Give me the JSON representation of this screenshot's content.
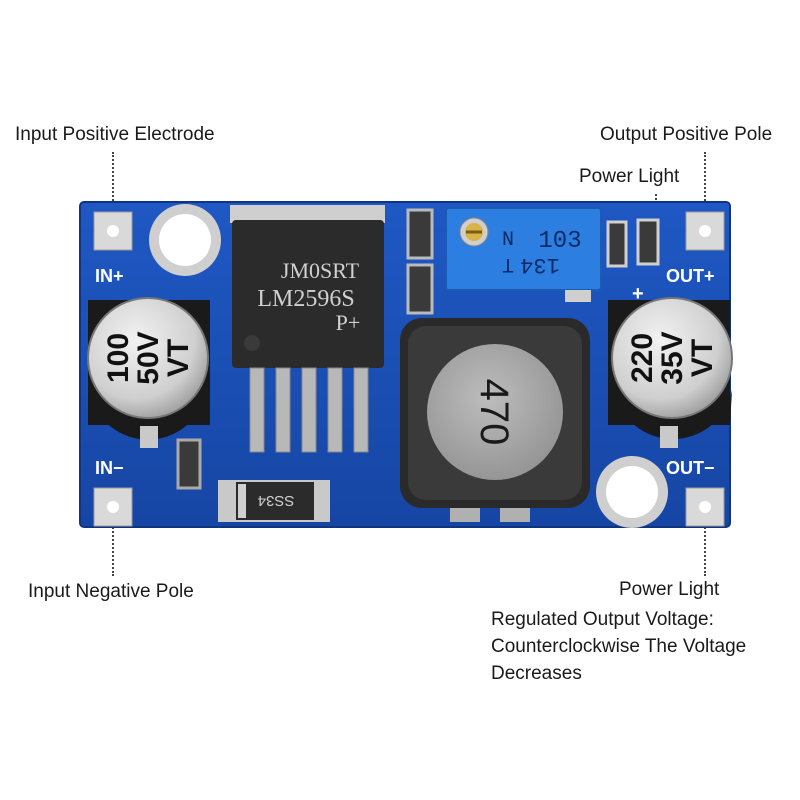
{
  "callouts": {
    "input_positive": "Input Positive Electrode",
    "output_positive": "Output Positive Pole",
    "power_light_top": "Power Light",
    "input_negative": "Input Negative Pole",
    "power_light_bottom": "Power Light",
    "regulated_output": "Regulated Output Voltage: Counterclockwise The Voltage Decreases"
  },
  "board": {
    "in_plus": "IN+",
    "in_minus": "IN−",
    "out_plus": "OUT+",
    "out_minus": "OUT−",
    "plus_mark": "+",
    "ic_line1": "JM0SRT",
    "ic_line2": "LM2596S",
    "ic_line3": "P+",
    "cap_in_line1": "100",
    "cap_in_line2": "50V",
    "cap_in_line3": "VT",
    "cap_out_line1": "220",
    "cap_out_line2": "35V",
    "cap_out_line3": "VT",
    "inductor": "470",
    "pot_line1": "103",
    "pot_line2": "134",
    "pot_line3": "T",
    "pot_line4": "N",
    "diode": "SS34"
  },
  "colors": {
    "pcb": "#1b4fb3",
    "pcb_dark": "#123a8a",
    "pad": "#d9d9d9",
    "ic": "#2b2b2b",
    "cap_body": "#d7d7d7",
    "pot": "#2c7fe0"
  }
}
